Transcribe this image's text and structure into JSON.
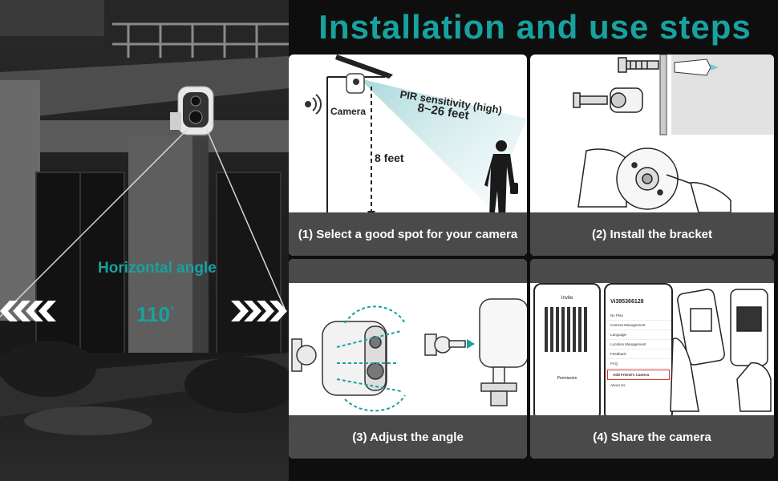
{
  "title": "Installation and use steps",
  "horizontal_angle": {
    "label": "Horizontal angle",
    "value": "110",
    "unit": "°"
  },
  "steps": [
    {
      "caption": "(1) Select a good spot for your camera"
    },
    {
      "caption": "(2) Install the bracket"
    },
    {
      "caption": "(3) Adjust the angle"
    },
    {
      "caption": "(4)  Share the camera"
    }
  ],
  "step1_diagram": {
    "camera_label": "Camera",
    "pir_line1": "PIR sensitivity (high)",
    "pir_line2": "8~26 feet",
    "height_label": "8 feet"
  },
  "app_screens": {
    "invite_title": "Invite",
    "permission_text": "Permission",
    "user_id": "Vi395366128",
    "menu_items": [
      "No Plan",
      "Camera Management",
      "Language",
      "Location Management",
      "Feedback",
      "FAQ",
      "Add Friend's Camera",
      "About Us"
    ],
    "highlight_item": "Add Friend's Camera"
  },
  "colors": {
    "accent": "#17a2a0",
    "caption_bg": "#4a4a4a",
    "background": "#0e0e0e"
  }
}
